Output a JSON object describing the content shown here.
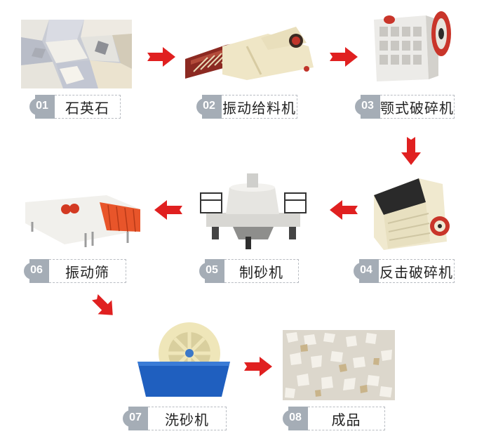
{
  "diagram": {
    "type": "process-flow",
    "colors": {
      "arrow": "#e02020",
      "badge": "#a5adb6",
      "border": "#b8bcc2",
      "text": "#222222"
    },
    "steps": [
      {
        "num": "01",
        "label": "石英石",
        "image": "quartz-stone-image"
      },
      {
        "num": "02",
        "label": "振动给料机",
        "image": "vibrating-feeder-image"
      },
      {
        "num": "03",
        "label": "颚式破碎机",
        "image": "jaw-crusher-image"
      },
      {
        "num": "04",
        "label": "反击破碎机",
        "image": "impact-crusher-image"
      },
      {
        "num": "05",
        "label": "制砂机",
        "image": "sand-making-machine-image"
      },
      {
        "num": "06",
        "label": "振动筛",
        "image": "vibrating-screen-image"
      },
      {
        "num": "07",
        "label": "洗砂机",
        "image": "sand-washer-image"
      },
      {
        "num": "08",
        "label": "成品",
        "image": "finished-product-image"
      }
    ],
    "edges": [
      {
        "from": "01",
        "to": "02",
        "direction": "right"
      },
      {
        "from": "02",
        "to": "03",
        "direction": "right"
      },
      {
        "from": "03",
        "to": "04",
        "direction": "down"
      },
      {
        "from": "04",
        "to": "05",
        "direction": "left"
      },
      {
        "from": "05",
        "to": "06",
        "direction": "left"
      },
      {
        "from": "06",
        "to": "07",
        "direction": "down-right"
      },
      {
        "from": "07",
        "to": "08",
        "direction": "right"
      }
    ]
  }
}
